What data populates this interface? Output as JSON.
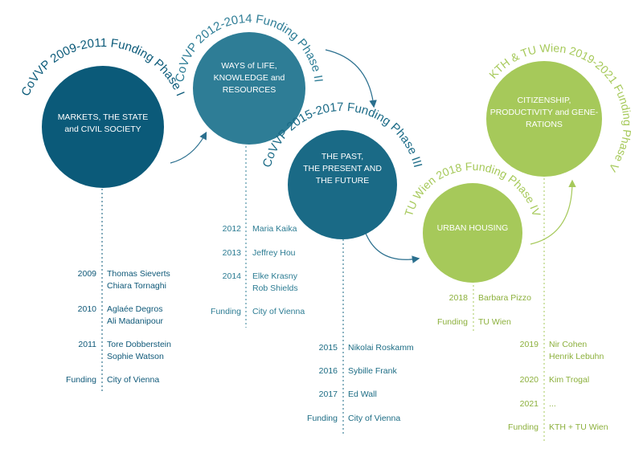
{
  "colors": {
    "phase1": "#0b5a79",
    "phase2": "#2e7d96",
    "phase3": "#1a6a86",
    "phase4": "#a6c95a",
    "phase5": "#a6c95a",
    "arrow_blue": "#2a6f8e",
    "arrow_green": "#a6c95a"
  },
  "phases": [
    {
      "title": "CoVVP 2009-2011 Funding Phase I",
      "circle_text": [
        "MARKETS, THE STATE",
        "and CIVIL SOCIETY"
      ],
      "entries": [
        {
          "year": "2009",
          "names": [
            "Thomas Sieverts",
            "Chiara Tornaghi"
          ]
        },
        {
          "year": "2010",
          "names": [
            "Aglaée Degros",
            "Ali Madanipour"
          ]
        },
        {
          "year": "2011",
          "names": [
            "Tore Dobberstein",
            "Sophie Watson"
          ]
        },
        {
          "year": "Funding",
          "names": [
            "City of Vienna"
          ]
        }
      ]
    },
    {
      "title": "CoVVP 2012-2014 Funding Phase II",
      "circle_text": [
        "WAYS of LIFE,",
        "KNOWLEDGE and",
        "RESOURCES"
      ],
      "entries": [
        {
          "year": "2012",
          "names": [
            "Maria Kaika"
          ]
        },
        {
          "year": "2013",
          "names": [
            "Jeffrey Hou"
          ]
        },
        {
          "year": "2014",
          "names": [
            "Elke Krasny",
            "Rob Shields"
          ]
        },
        {
          "year": "Funding",
          "names": [
            "City of Vienna"
          ]
        }
      ]
    },
    {
      "title": "CoVVP 2015-2017 Funding Phase III",
      "circle_text": [
        "THE PAST,",
        "THE PRESENT AND",
        "THE FUTURE"
      ],
      "entries": [
        {
          "year": "2015",
          "names": [
            "Nikolai Roskamm"
          ]
        },
        {
          "year": "2016",
          "names": [
            "Sybille Frank"
          ]
        },
        {
          "year": "2017",
          "names": [
            "Ed Wall"
          ]
        },
        {
          "year": "Funding",
          "names": [
            "City of Vienna"
          ]
        }
      ]
    },
    {
      "title": "TU Wien 2018 Funding Phase IV",
      "circle_text": [
        "URBAN HOUSING"
      ],
      "entries": [
        {
          "year": "2018",
          "names": [
            "Barbara Pizzo"
          ]
        },
        {
          "year": "Funding",
          "names": [
            "TU Wien"
          ]
        }
      ]
    },
    {
      "title": "KTH & TU Wien 2019-2021 Funding Phase V",
      "circle_text": [
        "CITIZENSHIP,",
        "PRODUCTIVITY and GENE-",
        "RATIONS"
      ],
      "entries": [
        {
          "year": "2019",
          "names": [
            "Nir Cohen",
            "Henrik Lebuhn"
          ]
        },
        {
          "year": "2020",
          "names": [
            "Kim Trogal"
          ]
        },
        {
          "year": "2021",
          "names": [
            "..."
          ]
        },
        {
          "year": "Funding",
          "names": [
            "KTH + TU Wien"
          ]
        }
      ]
    }
  ]
}
